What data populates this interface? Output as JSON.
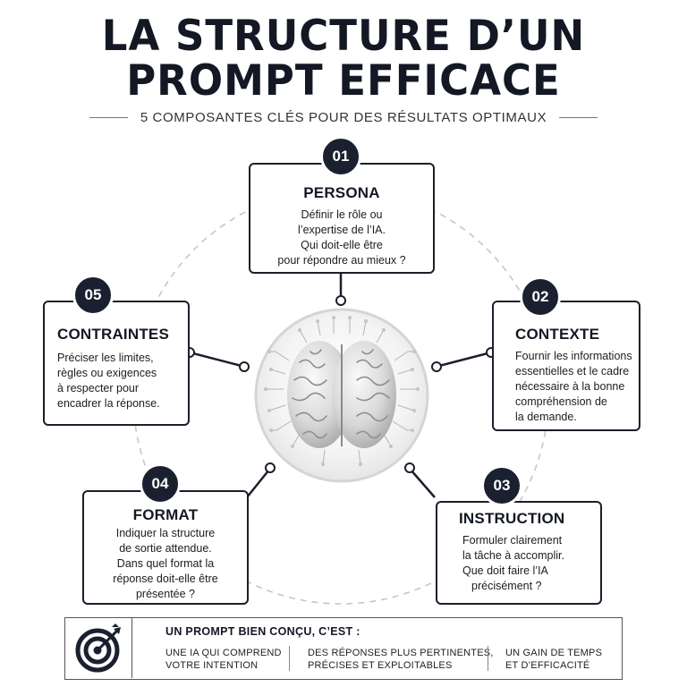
{
  "title_line1": "LA STRUCTURE D’UN",
  "title_line2": "PROMPT EFFICACE",
  "subtitle": "5 COMPOSANTES CLÉS POUR DES RÉSULTATS OPTIMAUX",
  "steps": [
    {
      "number": "01",
      "title": "PERSONA",
      "description_lines": [
        "Définir le rôle ou",
        "l’expertise de l’IA.",
        "Qui doit-elle être",
        "pour répondre au mieux ?"
      ]
    },
    {
      "number": "02",
      "title": "CONTEXTE",
      "description_lines": [
        "Fournir les informations",
        "essentielles et le cadre",
        "nécessaire à la bonne",
        "compréhension de",
        "la demande."
      ]
    },
    {
      "number": "03",
      "title": "INSTRUCTION",
      "description_lines": [
        "Formuler clairement",
        "la tâche à accomplir.",
        "Que doit faire l’IA",
        "précisément ?"
      ]
    },
    {
      "number": "04",
      "title": "FORMAT",
      "description_lines": [
        "Indiquer la structure",
        "de sortie attendue.",
        "Dans quel format la",
        "réponse doit-elle être",
        "présentée ?"
      ]
    },
    {
      "number": "05",
      "title": "CONTRAINTES",
      "description_lines": [
        "Préciser les limites,",
        "règles ou exigences",
        "à respecter pour",
        "encadrer la réponse."
      ]
    }
  ],
  "center_icon": "brain-circuit-icon",
  "banner": {
    "icon": "target-arrow-icon",
    "heading": "UN PROMPT BIEN CONÇU, C’EST :",
    "benefits": [
      [
        "UNE IA QUI COMPREND",
        "VOTRE INTENTION"
      ],
      [
        "DES RÉPONSES PLUS PERTINENTES,",
        "PRÉCISES ET EXPLOITABLES"
      ],
      [
        "UN GAIN DE TEMPS",
        "ET D’EFFICACITÉ"
      ]
    ]
  },
  "colors": {
    "navy": "#1b2030",
    "line": "#1b1f2b",
    "dashed_circle": "#c8c8c8"
  }
}
